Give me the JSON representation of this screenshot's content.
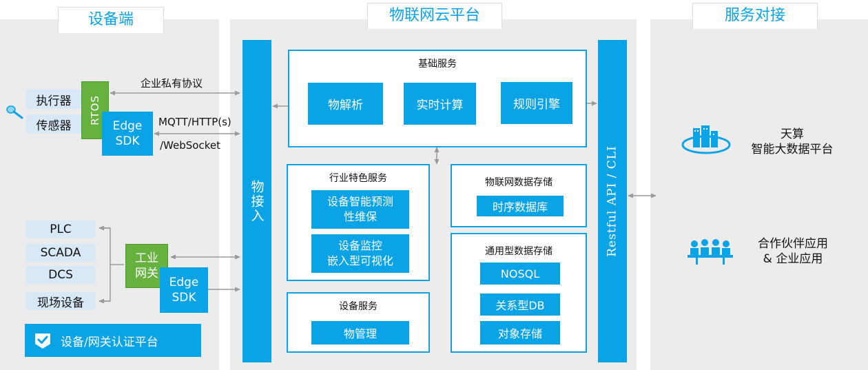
{
  "device_side": {
    "title": "设备端",
    "top_group": [
      "执行器",
      "传感器"
    ],
    "rtos": "RTOS",
    "edge_sdk_top": [
      "Edge",
      "SDK"
    ],
    "protocol_private": "企业私有协议",
    "protocol_mqtt": [
      "MQTT/HTTP(s)",
      "/WebSocket"
    ],
    "bottom_group": [
      "PLC",
      "SCADA",
      "DCS",
      "现场设备"
    ],
    "gateway": [
      "工业",
      "网关"
    ],
    "edge_sdk_bottom": [
      "Edge",
      "SDK"
    ],
    "auth_platform": "设备/网关认证平台"
  },
  "cloud": {
    "title": "物联网云平台",
    "access": "物接入",
    "basic_services": {
      "title": "基础服务",
      "items": [
        "物解析",
        "实时计算",
        "规则引擎"
      ]
    },
    "industry_services": {
      "title": "行业特色服务",
      "items": [
        [
          "设备智能预测",
          "性维保"
        ],
        [
          "设备监控",
          "嵌入型可视化"
        ]
      ]
    },
    "iot_storage": {
      "title": "物联网数据存储",
      "items": [
        "时序数据库"
      ]
    },
    "general_storage": {
      "title": "通用型数据存储",
      "items": [
        "NOSQL",
        "关系型DB",
        "对象存储"
      ]
    },
    "device_services": {
      "title": "设备服务",
      "items": [
        "物管理"
      ]
    },
    "api": "Restful API / CLI"
  },
  "service_side": {
    "title": "服务对接",
    "tianshuan": [
      "天算",
      "智能大数据平台"
    ],
    "partners": [
      "合作伙伴应用",
      "& 企业应用"
    ]
  },
  "colors": {
    "accent": "#0aa3e6",
    "green": "#67b23f",
    "pale": "#d9e8f6",
    "panel": "#ececec"
  }
}
